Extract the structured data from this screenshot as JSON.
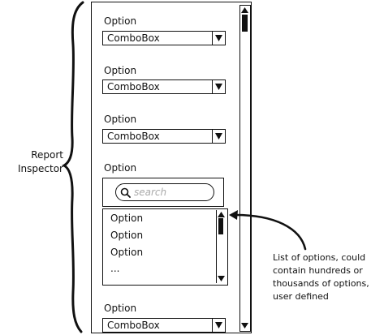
{
  "side_label": {
    "line1": "Report",
    "line2": "Inspector"
  },
  "panel": {
    "sections": [
      {
        "label": "Option",
        "combo_value": "ComboBox"
      },
      {
        "label": "Option",
        "combo_value": "ComboBox"
      },
      {
        "label": "Option",
        "combo_value": "ComboBox"
      }
    ],
    "list_section": {
      "label": "Option",
      "search_placeholder": "search",
      "items": [
        "Option",
        "Option",
        "Option",
        "..."
      ]
    },
    "bottom_section": {
      "label": "Option",
      "combo_value": "ComboBox"
    }
  },
  "annotation": {
    "line1": "List of options, could",
    "line2": "contain hundreds or",
    "line3": "thousands of options,",
    "line4": "user defined"
  },
  "icons": {
    "search": "search-icon",
    "dropdown": "triangle-down-icon",
    "scroll_up": "triangle-up-icon",
    "scroll_down": "triangle-down-icon",
    "brace": "curly-brace-icon",
    "arrow": "curved-arrow-icon"
  }
}
